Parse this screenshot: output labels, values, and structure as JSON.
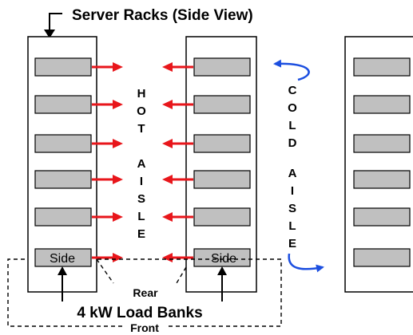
{
  "title": "Server Racks (Side View)",
  "hot_aisle_letters": [
    "H",
    "O",
    "T",
    "A",
    "I",
    "S",
    "L",
    "E"
  ],
  "cold_aisle_letters": [
    "C",
    "O",
    "L",
    "D",
    "A",
    "I",
    "S",
    "L",
    "E"
  ],
  "side_label": "Side",
  "rear_label": "Rear",
  "front_label": "Front",
  "load_banks_label": "4 kW Load Banks",
  "colors": {
    "hot_arrow": "#e8161b",
    "cold_arrow": "#1c4fe0",
    "unit_fill": "#c0c0c0",
    "outline": "#000000"
  }
}
